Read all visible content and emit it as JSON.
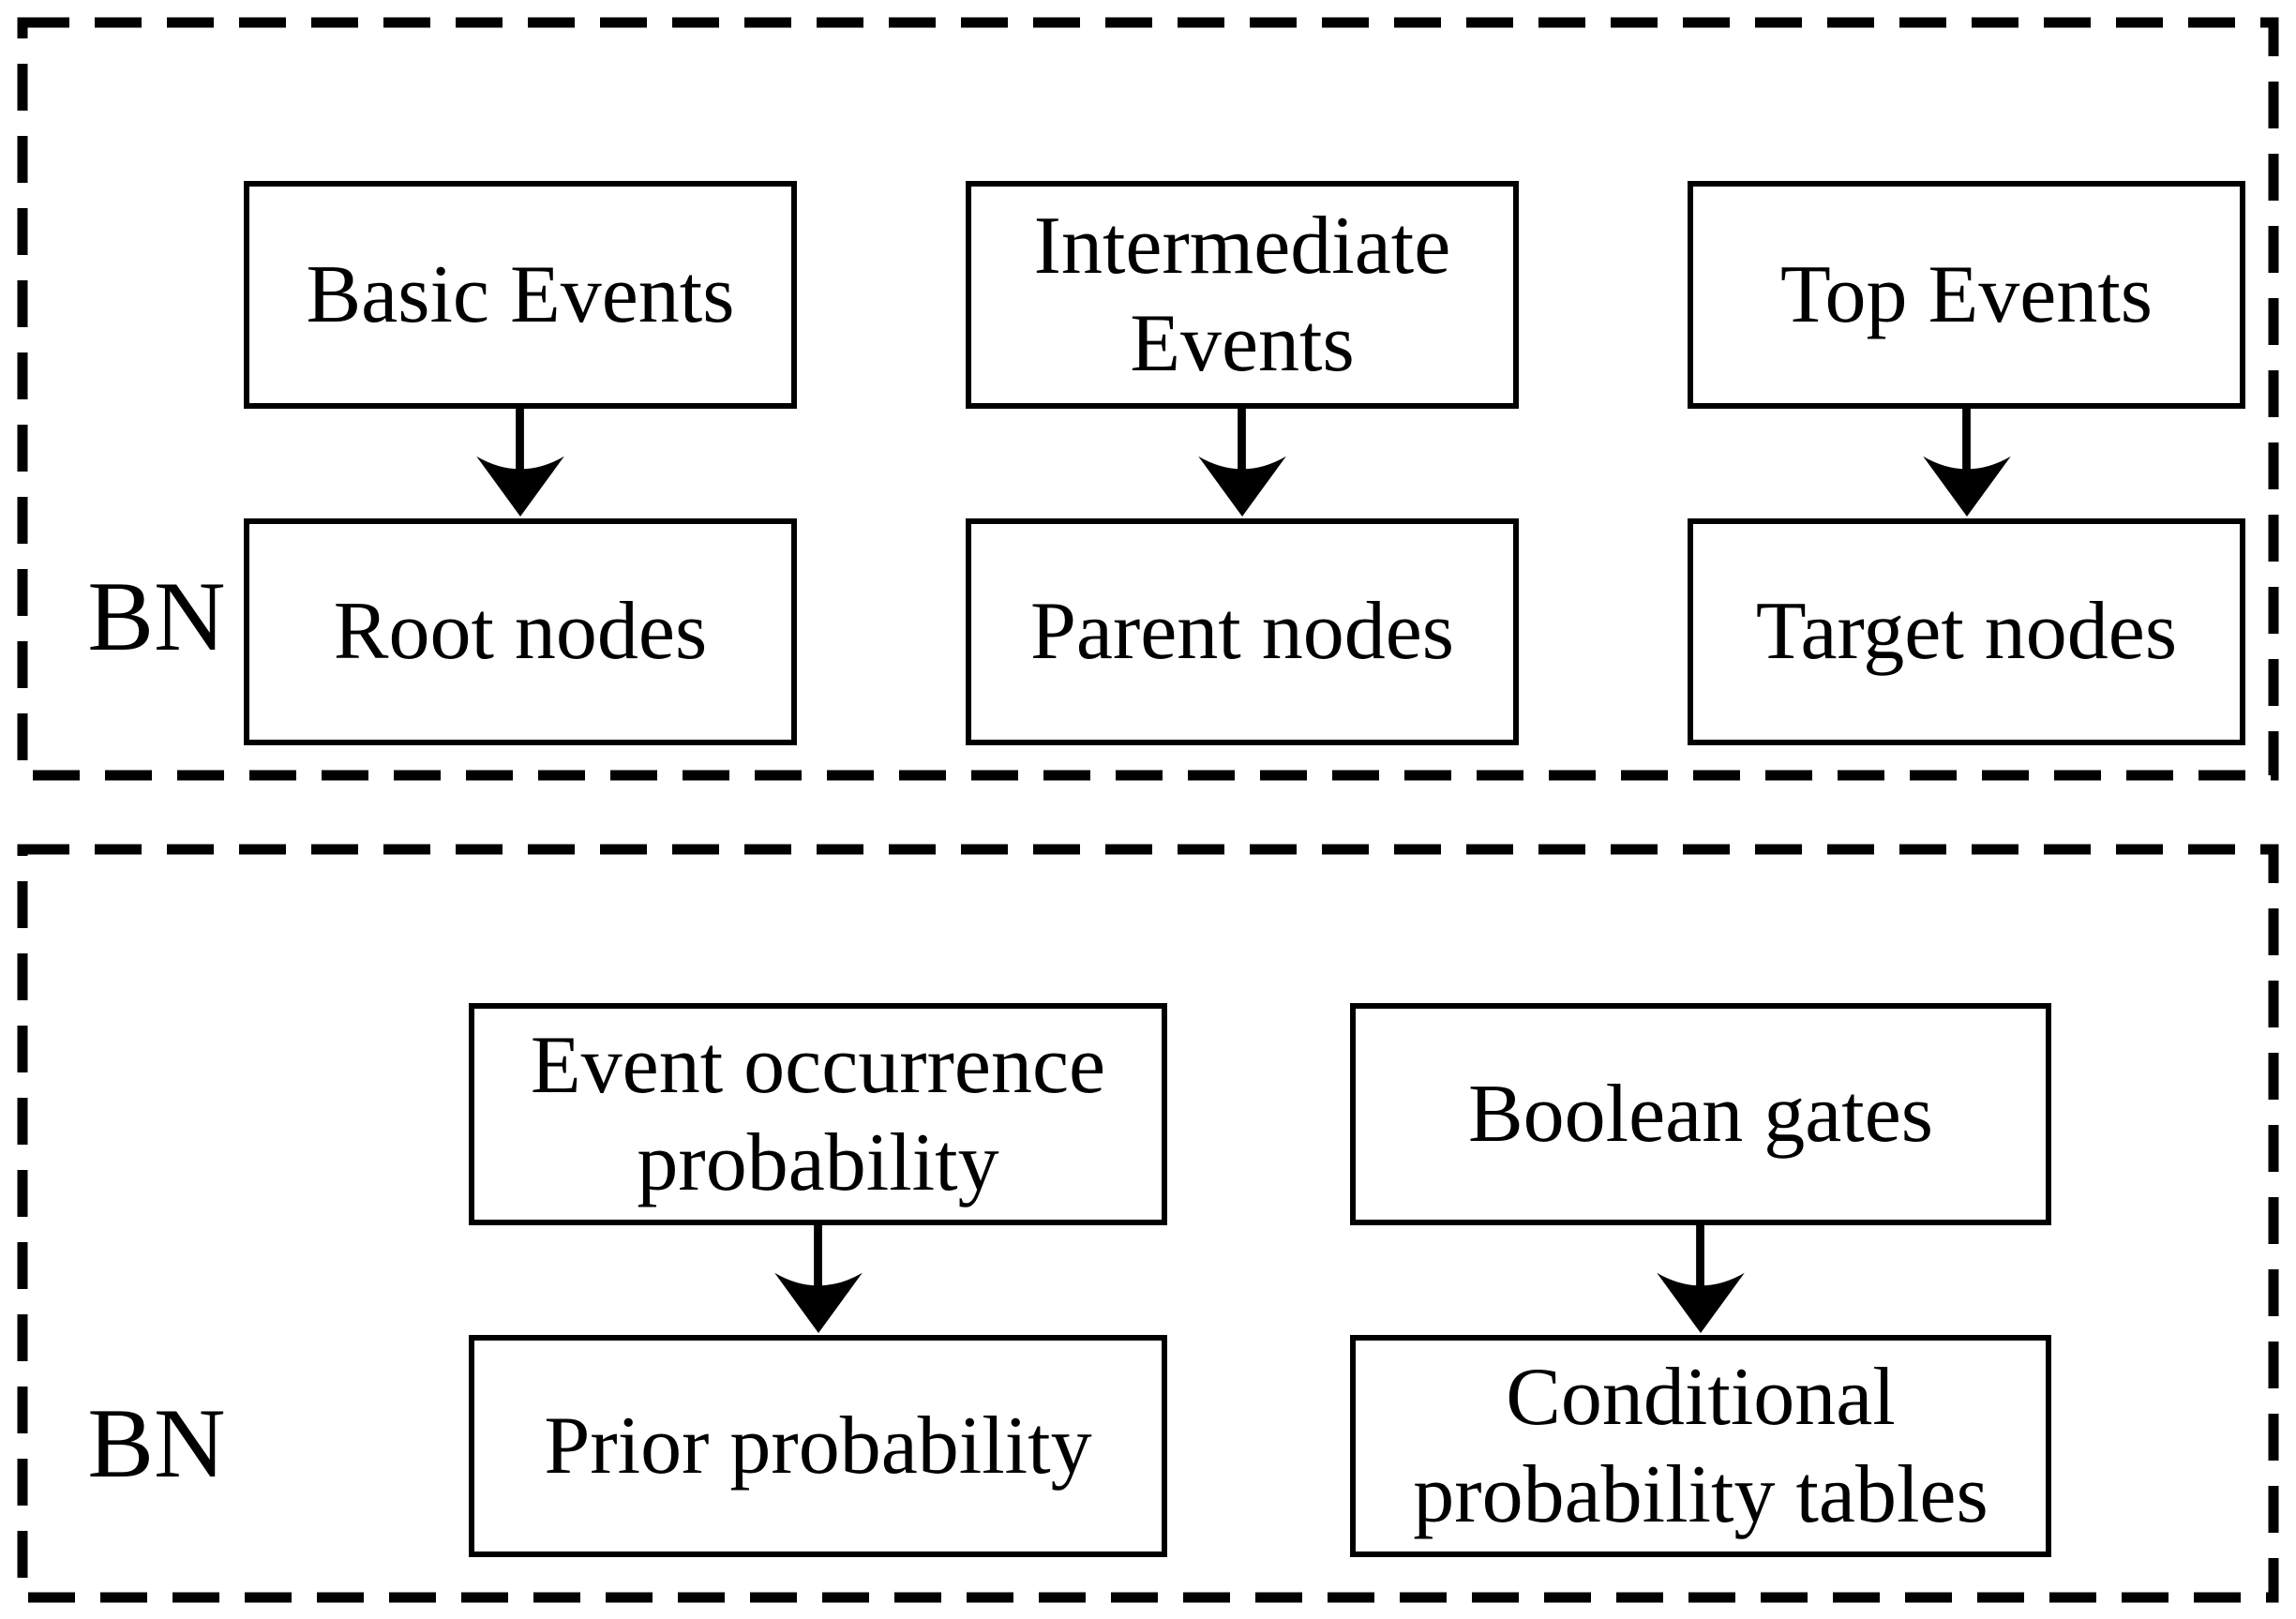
{
  "colors": {
    "ink": "#000000",
    "paper": "#ffffff"
  },
  "panels": [
    {
      "label": "BN",
      "columns": [
        {
          "source": "Basic Events",
          "target": "Root nodes"
        },
        {
          "source": "Intermediate Events",
          "target": "Parent nodes"
        },
        {
          "source": "Top Events",
          "target": "Target nodes"
        }
      ]
    },
    {
      "label": "BN",
      "columns": [
        {
          "source": "Event occurrence probability",
          "target": "Prior probability"
        },
        {
          "source": "Boolean gates",
          "target": "Conditional probability tables"
        }
      ]
    }
  ]
}
